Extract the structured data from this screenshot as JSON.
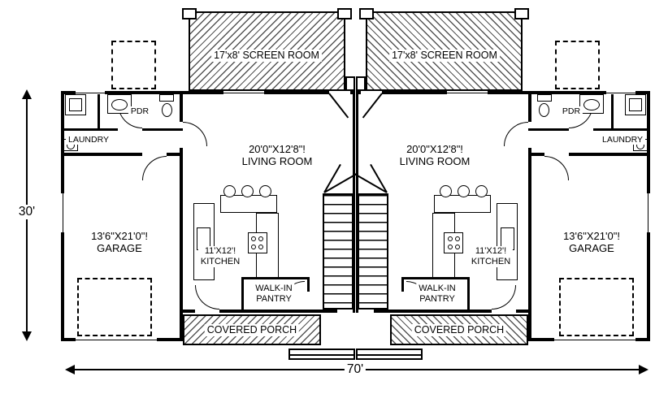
{
  "plan": {
    "dim_height": "30'",
    "dim_width": "70'",
    "colors": {
      "ink": "#000000",
      "paper": "#ffffff"
    },
    "labels": {
      "screen_room": "17'x8' SCREEN ROOM",
      "living_size": "20'0\"X12'8\"!",
      "living_name": "LIVING ROOM",
      "garage_size": "13'6\"X21'0\"!",
      "garage_name": "GARAGE",
      "kitchen_size": "11'X12'!",
      "kitchen_name": "KITCHEN",
      "pantry_1": "WALK-IN",
      "pantry_2": "PANTRY",
      "porch": "COVERED PORCH",
      "pdr": "PDR",
      "laundry": "LAUNDRY"
    }
  }
}
